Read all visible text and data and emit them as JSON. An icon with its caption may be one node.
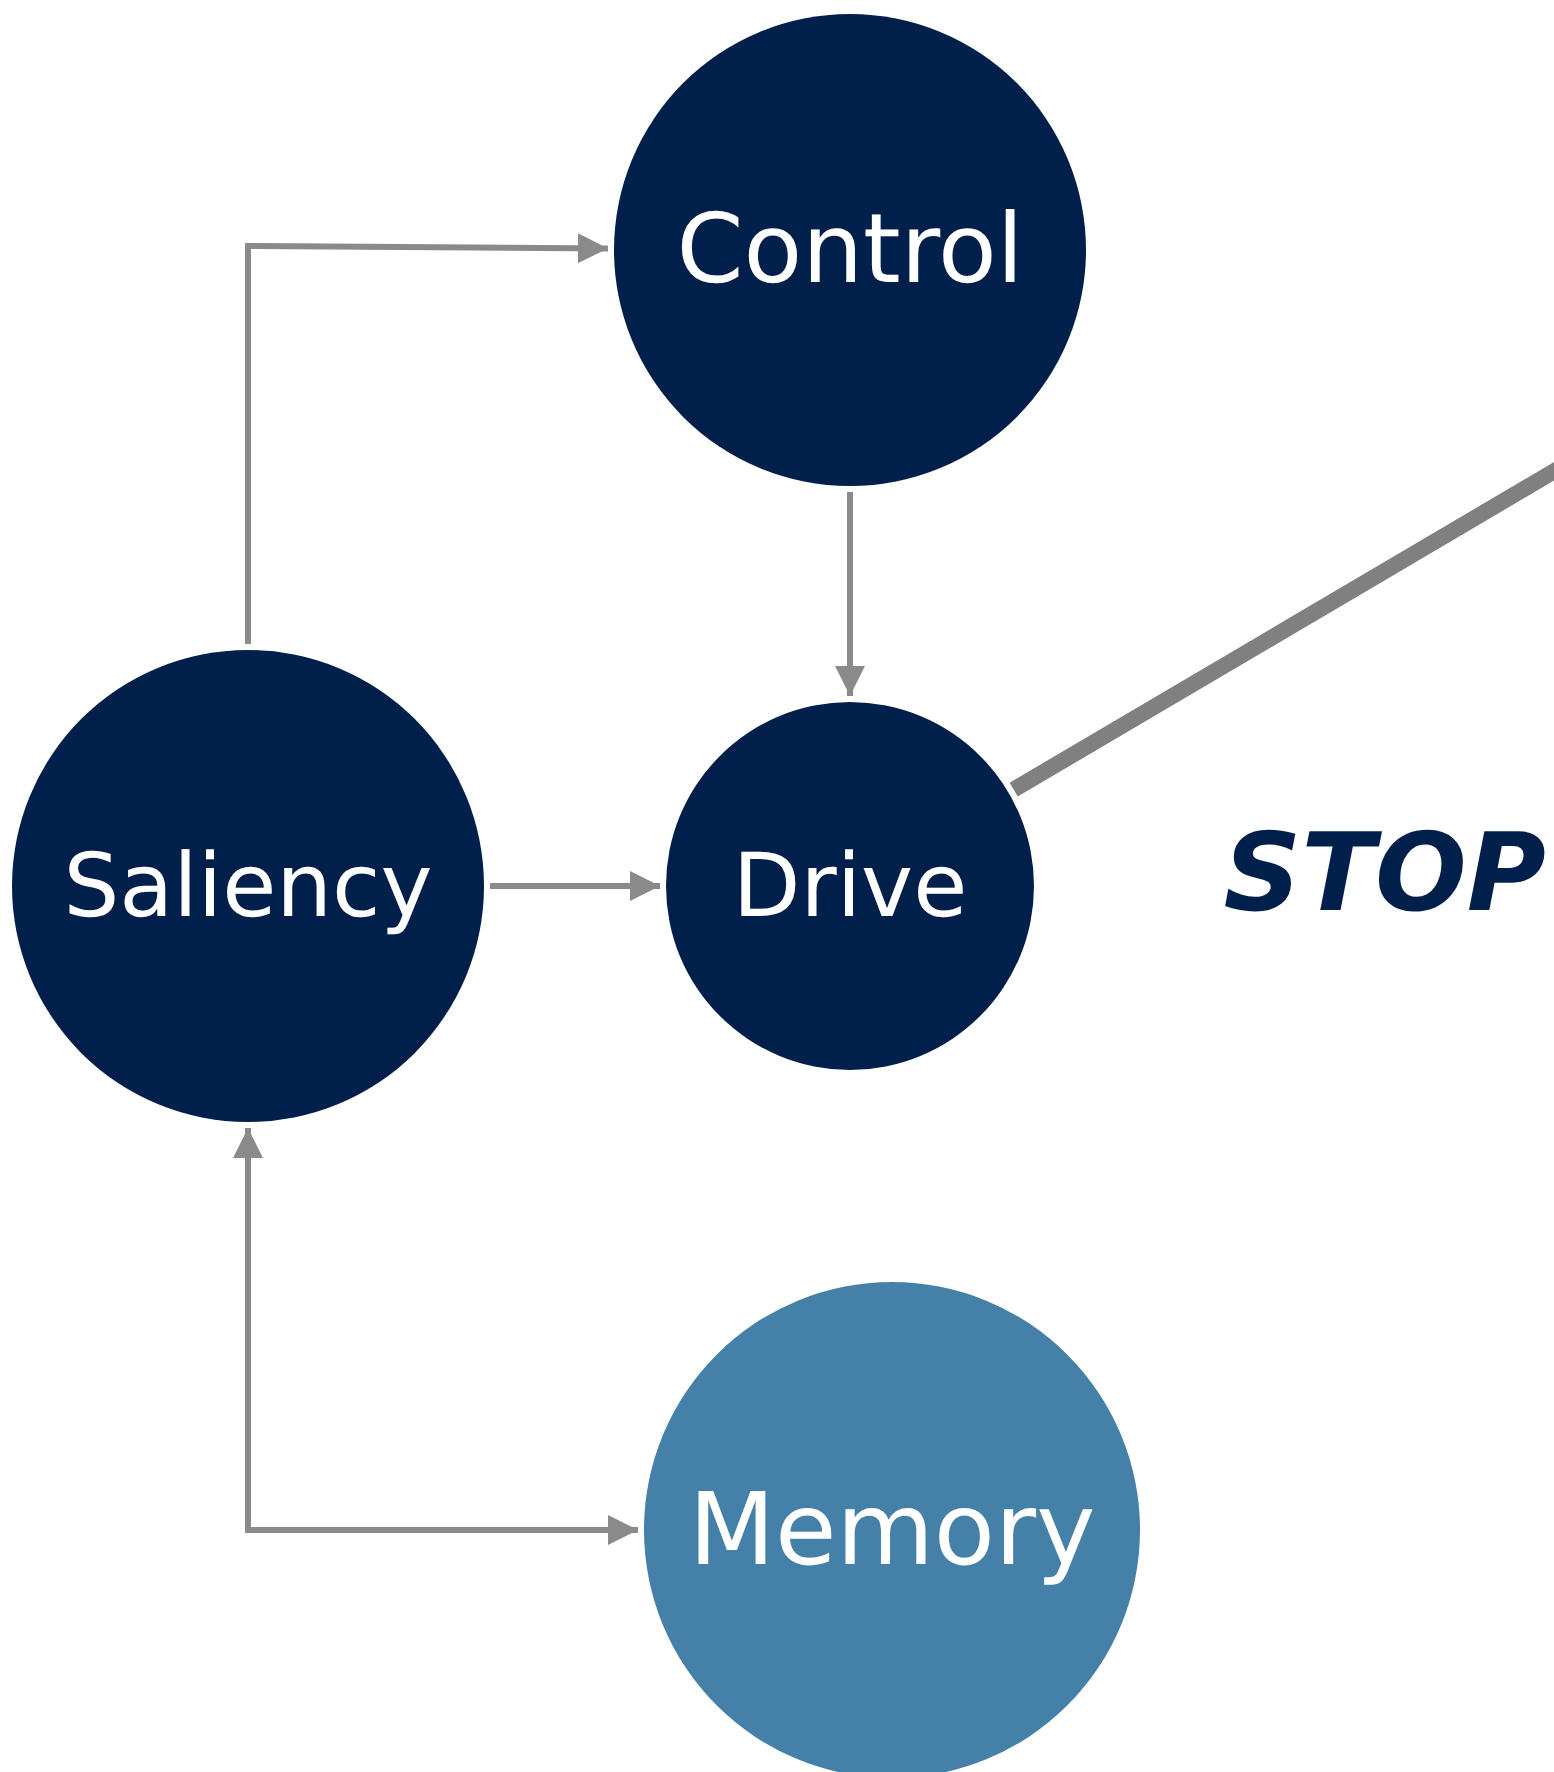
{
  "diagram": {
    "nodes": [
      {
        "text": [
          "Control"
        ]
      },
      {
        "text": [
          "Saliency"
        ]
      },
      {
        "text": [
          "Drive"
        ]
      },
      {
        "text": [
          "Memory"
        ]
      }
    ],
    "edges": [
      {
        "from": 1,
        "to": 0,
        "arrow": "to"
      },
      {
        "from": 0,
        "to": 2,
        "arrow": "to"
      },
      {
        "from": 1,
        "to": 2,
        "arrow": "to"
      },
      {
        "from": 3,
        "to": 1,
        "arrow": "both"
      },
      {
        "from": 2,
        "to": null,
        "arrow": "none",
        "style": "thick",
        "color": "#808080"
      }
    ],
    "labels": [
      "STOP"
    ]
  }
}
